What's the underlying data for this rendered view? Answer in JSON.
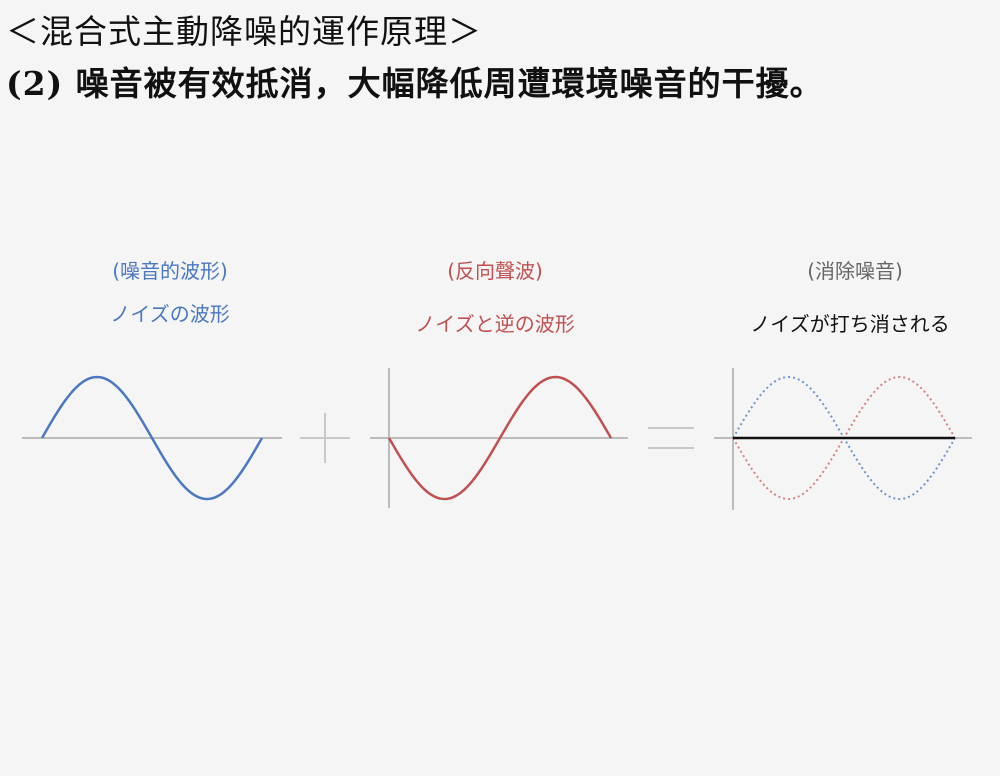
{
  "title": {
    "line1": "＜混合式主動降噪的運作原理＞",
    "line2": "(2) 噪音被有效抵消，大幅降低周遭環境噪音的干擾。"
  },
  "panels": [
    {
      "id": "noise",
      "label_zh": "(噪音的波形)",
      "label_ja": "ノイズの波形",
      "color": "#4a78c2"
    },
    {
      "id": "anti",
      "label_zh": "(反向聲波)",
      "label_ja": "ノイズと逆の波形",
      "color": "#c25050"
    },
    {
      "id": "cancel",
      "label_zh": "(消除噪音)",
      "label_ja": "ノイズが打ち消される",
      "color": "#111111"
    }
  ],
  "operators": {
    "plus": "+",
    "equals": "="
  },
  "colors": {
    "axis": "#aaaaaa",
    "operator": "#c8c8c8",
    "result_line": "#111111"
  }
}
